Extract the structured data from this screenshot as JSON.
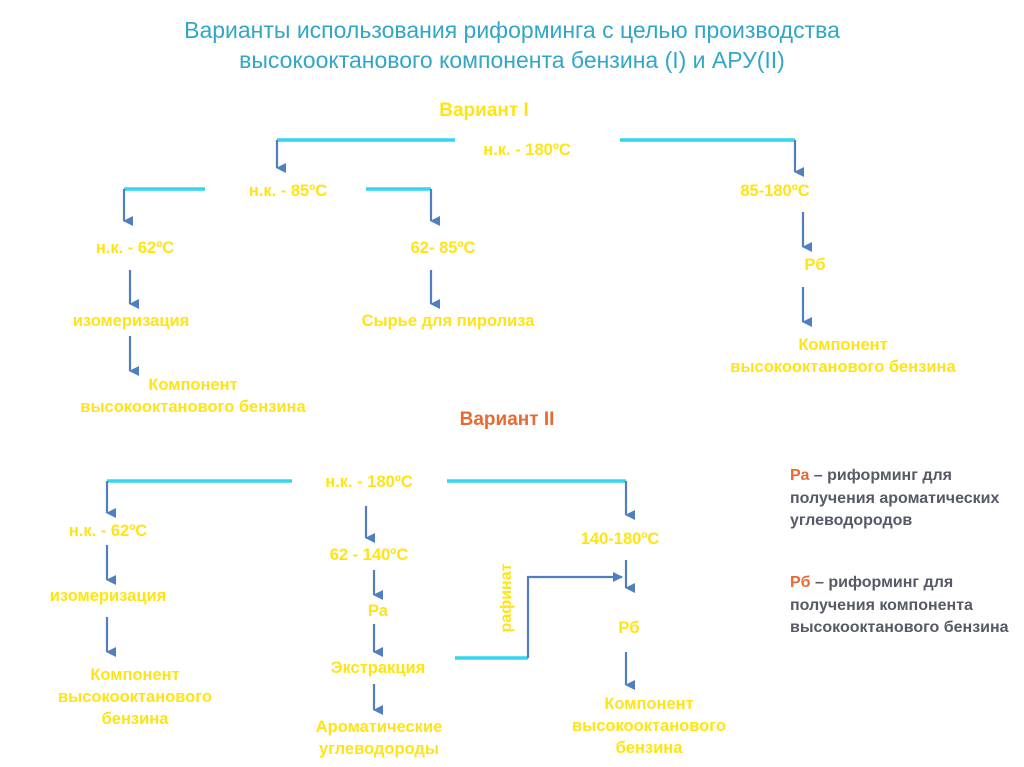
{
  "title": {
    "line1": "Варианты использования риформинга с целью производства",
    "line2": "высокооктанового компонента бензина (I)  и АРУ(II)"
  },
  "variant1": {
    "heading": "Вариант I",
    "top_fraction": "н.к. - 180ºС",
    "left_fraction": "н.к. - 85ºС",
    "right_fraction": "85-180ºС",
    "ll_fraction": "н.к. - 62ºС",
    "lr_fraction": "62- 85ºС",
    "isomerization": "изомеризация",
    "pyrolysis_feed": "Сырье для пиролиза",
    "r_process": "Рб",
    "component_left_1": "Компонент",
    "component_left_2": "высокооктанового бензина",
    "component_right_1": "Компонент",
    "component_right_2": "высокооктанового бензина"
  },
  "variant2": {
    "heading": "Вариант II",
    "top_fraction": "н.к. - 180ºС",
    "left_fraction": "н.к. - 62ºС",
    "middle_fraction": "62 - 140ºС",
    "right_fraction": "140-180ºС",
    "isomerization": "изомеризация",
    "ra": "Ра",
    "extraction": "Экстракция",
    "aromatics_1": "Ароматические",
    "aromatics_2": "углеводороды",
    "raffinate": "рафинат",
    "rb": "Рб",
    "component_left_1": "Компонент",
    "component_left_2": "высокооктанового",
    "component_left_3": "бензина",
    "component_right_1": "Компонент",
    "component_right_2": "высокооктанового",
    "component_right_3": "бензина"
  },
  "legend": {
    "ra_key": "Ра",
    "ra_text": " – риформинг для получения ароматических углеводородов",
    "rb_key": "Рб",
    "rb_text": " – риформинг для получения компонента высокооктанового бензина"
  },
  "colors": {
    "connector": "#33d6f0",
    "arrow": "#4f7fbf",
    "label": "#ffe415",
    "title": "#31a6c6",
    "accent": "#e86a32",
    "legend_text": "#555a66"
  }
}
